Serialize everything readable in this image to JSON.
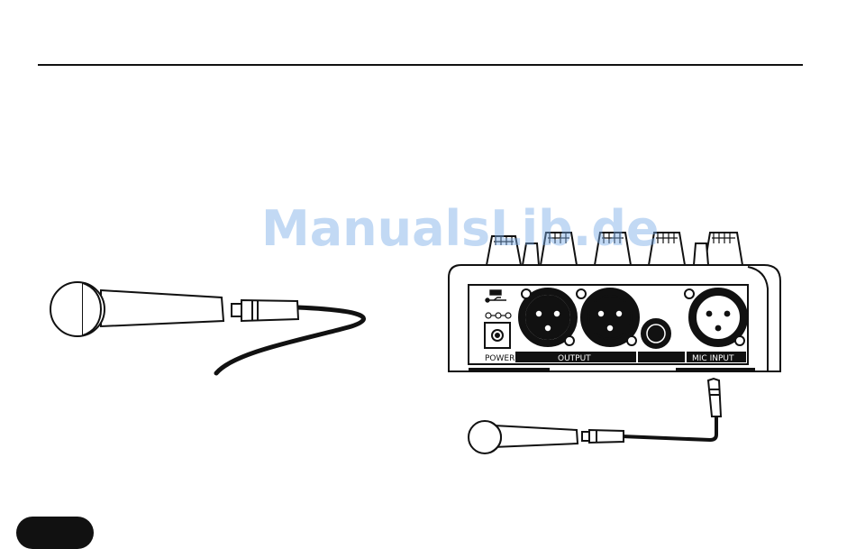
{
  "watermark": {
    "text": "ManualsLib.de"
  },
  "device": {
    "power_label": "POWER",
    "output_label": "OUTPUT",
    "mic_input_label": "MIC INPUT",
    "usb_icon": "usb-icon",
    "dc_polarity_icon": "dc-polarity-icon"
  },
  "colors": {
    "ink": "#111111",
    "watermark": "#78aae6"
  }
}
